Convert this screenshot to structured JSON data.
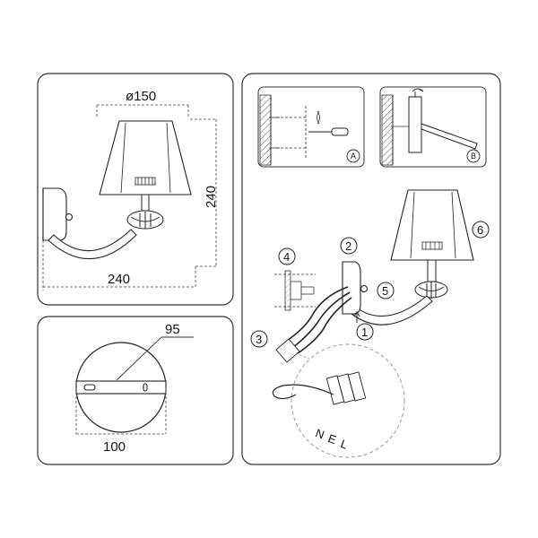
{
  "panel_dimensions": {
    "shade_diameter_label": "ø150",
    "height_label": "240",
    "width_label": "240"
  },
  "panel_bracket": {
    "length_label": "95",
    "diameter_label": "100"
  },
  "panel_install": {
    "inset_a_label": "A",
    "inset_b_label": "B",
    "step_1": "1",
    "step_2": "2",
    "step_3": "3",
    "step_4": "4",
    "step_5": "5",
    "step_6": "6",
    "wire_n": "N",
    "wire_e": "E",
    "wire_l": "L"
  }
}
